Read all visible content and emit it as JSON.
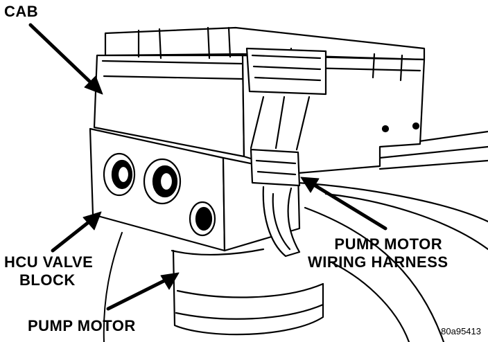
{
  "labels": {
    "cab": "CAB",
    "hcu_valve_block_line1": "HCU VALVE",
    "hcu_valve_block_line2": "BLOCK",
    "pump_motor": "PUMP MOTOR",
    "pump_motor_harness_line1": "PUMP MOTOR",
    "pump_motor_harness_line2": "WIRING HARNESS"
  },
  "figure_id": "80a95413",
  "colors": {
    "ink": "#000000",
    "paper": "#ffffff"
  }
}
